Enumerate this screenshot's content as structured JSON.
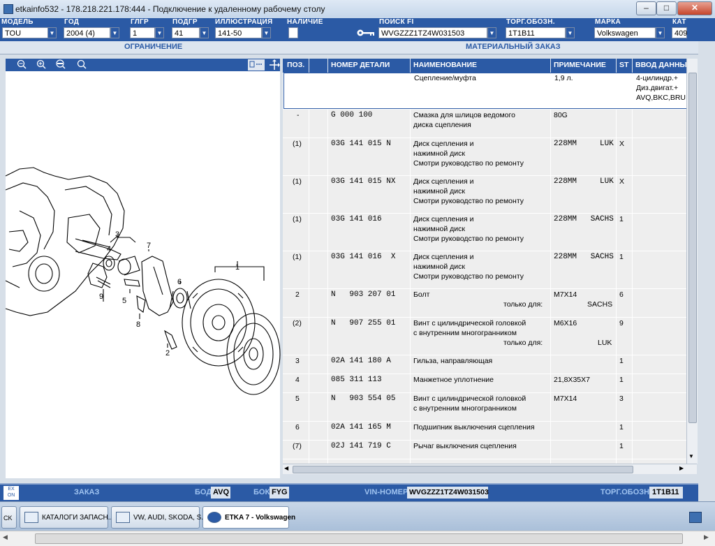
{
  "window": {
    "title": "etkainfo532 - 178.218.221.178:444 - Подключение к удаленному рабочему столу"
  },
  "fields": [
    {
      "label": "МОДЕЛЬ",
      "value": "TOU"
    },
    {
      "label": "ГОД",
      "value": "2004 (4)"
    },
    {
      "label": "ГЛГР",
      "value": "1"
    },
    {
      "label": "ПОДГР",
      "value": "41"
    },
    {
      "label": "ИЛЛЮСТРАЦИЯ",
      "value": "141-50"
    },
    {
      "label": "НАЛИЧИЕ",
      "value": ""
    },
    {
      "label": "ПОИСК FI",
      "value": "WVGZZZ1TZ4W031503"
    },
    {
      "label": "ТОРГ.ОБОЗН.",
      "value": "1T1B11"
    },
    {
      "label": "МАРКА",
      "value": "Volkswagen"
    },
    {
      "label": "КАТ",
      "value": "409"
    }
  ],
  "subheader": {
    "left": "ОГРАНИЧЕНИЕ",
    "right": "МАТЕРИАЛЬНЫЙ ЗАКАЗ"
  },
  "table": {
    "headers": {
      "pos": "ПОЗ.",
      "part": "НОМЕР ДЕТАЛИ",
      "name": "НАИМЕНОВАНИЕ",
      "note": "ПРИМЕЧАНИЕ",
      "st": "ST",
      "input": "ВВОД ДАННЫХ"
    },
    "first": {
      "name": "Сцепление/муфта",
      "note": "1,9 л.",
      "input": [
        "4-цилиндр.+",
        "Диз.двигат.+",
        "AVQ,BKC,BRU"
      ]
    },
    "rows": [
      {
        "pos": "-",
        "part": "G   000 100",
        "name": [
          "Смазка для шлицов ведомого",
          "диска сцепления"
        ],
        "note": "80G",
        "st": ""
      },
      {
        "pos": "(1)",
        "part": "03G 141 015 N",
        "name": [
          "Диск сцепления и",
          "нажимной диск",
          "Смотри руководство по ремонту"
        ],
        "note": "228MM     LUK",
        "st": "X"
      },
      {
        "pos": "(1)",
        "part": "03G 141 015 NX",
        "name": [
          "Диск сцепления и",
          "нажимной диск",
          "Смотри руководство по ремонту"
        ],
        "note": "228MM     LUK",
        "st": "X"
      },
      {
        "pos": "(1)",
        "part": "03G 141 016",
        "name": [
          "Диск сцепления и",
          "нажимной диск",
          "Смотри руководство по ремонту"
        ],
        "note": "228MM   SACHS",
        "st": "1"
      },
      {
        "pos": "(1)",
        "part": "03G 141 016  X",
        "name": [
          "Диск сцепления и",
          "нажимной диск",
          "Смотри руководство по ремонту"
        ],
        "note": "228MM   SACHS",
        "st": "1"
      },
      {
        "pos": "2",
        "part": "N   903 207 01",
        "name": [
          "Болт"
        ],
        "sub": "только для:",
        "note": "M7X14",
        "note2": "SACHS",
        "st": "6"
      },
      {
        "pos": "(2)",
        "part": "N   907 255 01",
        "name": [
          "Винт с цилиндрической головкой",
          "с внутренним многогранником"
        ],
        "sub": "только для:",
        "note": "M6X16",
        "note2": "LUK",
        "st": "9"
      },
      {
        "pos": "3",
        "part": "02A 141 180 A",
        "name": [
          "Гильза, направляющая"
        ],
        "note": "",
        "st": "1"
      },
      {
        "pos": "4",
        "part": "085 311 113",
        "name": [
          "Манжетное уплотнение"
        ],
        "note": "21,8X35X7",
        "st": "1"
      },
      {
        "pos": "5",
        "part": "N   903 554 05",
        "name": [
          "Винт с цилиндрической головкой",
          "с внутренним многогранником"
        ],
        "note": "M7X14",
        "st": "3"
      },
      {
        "pos": "6",
        "part": "02A 141 165 M",
        "name": [
          "Подшипник выключения сцепления"
        ],
        "note": "",
        "st": "1"
      },
      {
        "pos": "(7)",
        "part": "02J 141 719 C",
        "name": [
          "Рычаг выключения сцепления"
        ],
        "note": "",
        "st": "1"
      }
    ]
  },
  "status": {
    "order_label": "ЗАКАЗ",
    "bod_label": "БОД",
    "bod_value": "AVQ",
    "bok_label": "БОК",
    "bok_value": "FYG",
    "vin_label": "VIN-НОМЕР",
    "vin_value": "WVGZZZ1TZ4W031503",
    "trade_label": "ТОРГ.ОБОЗН.",
    "trade_value": "1T1B11"
  },
  "taskbar": {
    "items": [
      "КАТАЛОГИ ЗАПАСН...",
      "VW, AUDI, SKODA, S...",
      "ETKA 7 - Volkswagen"
    ]
  },
  "diagram_labels": [
    "1",
    "2",
    "3",
    "4",
    "5",
    "6",
    "7",
    "8",
    "9"
  ],
  "colors": {
    "accent": "#2b5aa5",
    "row_bg": "#eeeeee"
  }
}
